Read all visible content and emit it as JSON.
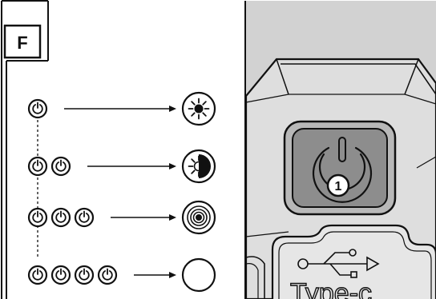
{
  "figure": {
    "panel_label": "F",
    "button_number": "1"
  },
  "rows": [
    {
      "presses": 1,
      "mode": "full-brightness"
    },
    {
      "presses": 2,
      "mode": "half-brightness"
    },
    {
      "presses": 3,
      "mode": "flashing"
    },
    {
      "presses": 4,
      "mode": "off"
    }
  ],
  "port_label": "Type-c",
  "colors": {
    "line": "#111111",
    "device_body": "#d2d2d2",
    "device_panel": "#e2e2e2",
    "button_bezel": "#b8b8b8",
    "button_face": "#8d8d8d"
  },
  "icons": [
    "power-icon",
    "sun-full-icon",
    "sun-half-icon",
    "flash-rings-icon",
    "off-circle-icon",
    "usb-icon"
  ]
}
